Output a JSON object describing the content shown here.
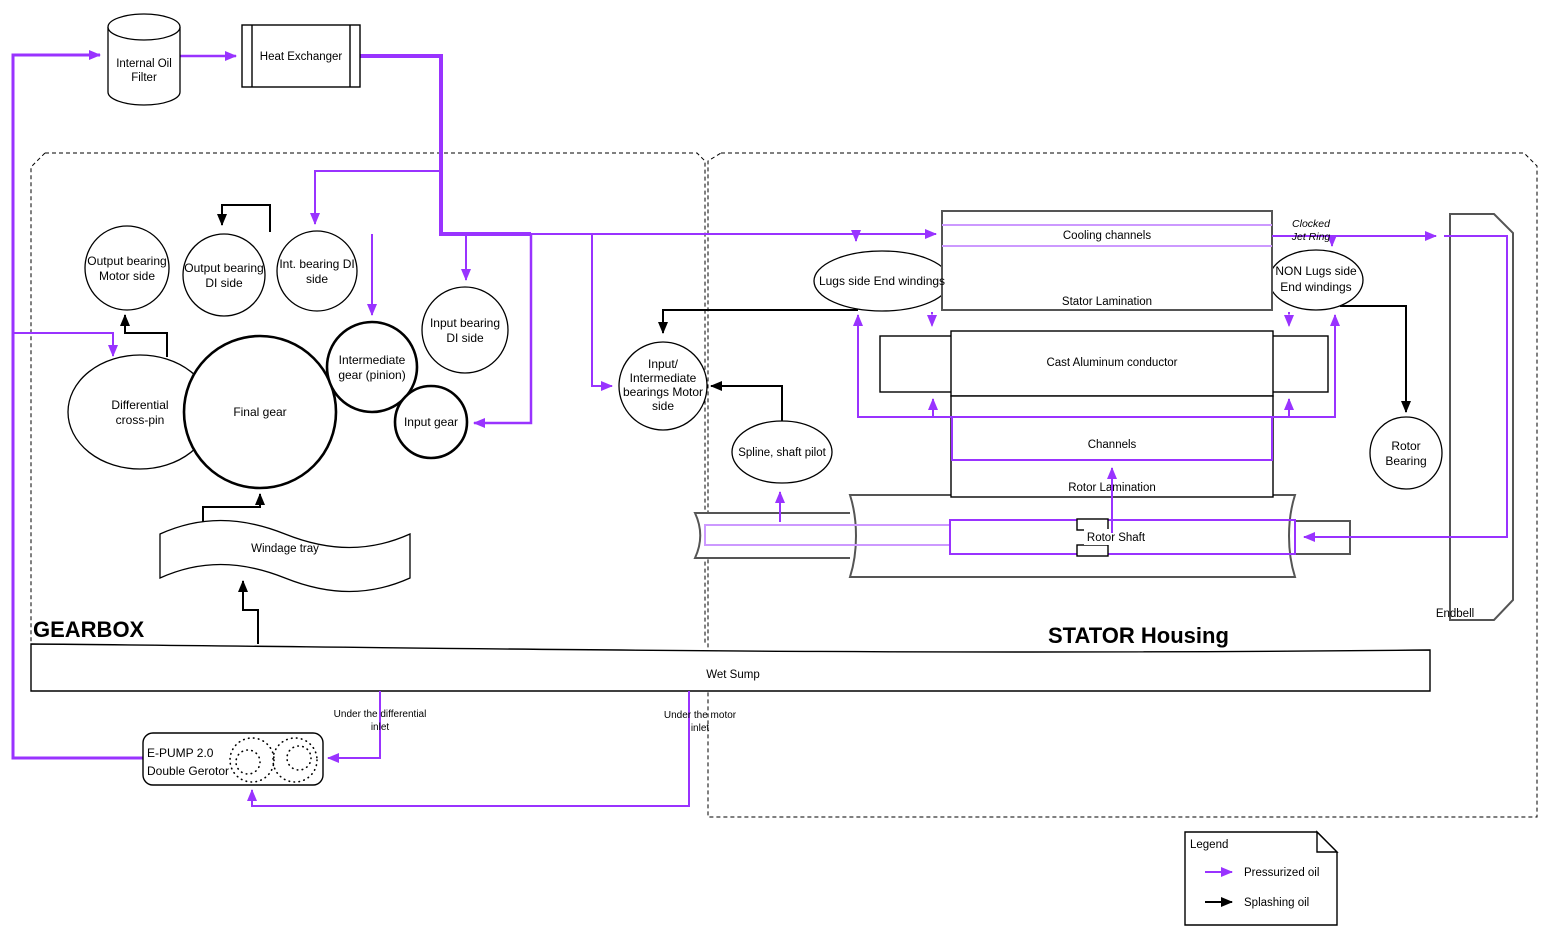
{
  "colors": {
    "pressurized_oil": "#9933FF",
    "splashing_oil": "#000000",
    "cooling_channel_line": "#CC99FF"
  },
  "external": {
    "oil_filter": [
      "Internal Oil",
      "Filter"
    ],
    "heat_exchanger": "Heat Exchanger"
  },
  "gearbox": {
    "title": "GEARBOX",
    "labels": {
      "output_bearing_motor": [
        "Output bearing",
        "Motor side"
      ],
      "output_bearing_di": [
        "Output bearing",
        "DI side"
      ],
      "int_bearing_di": [
        "Int. bearing DI",
        "side"
      ],
      "input_bearing_di": [
        "Input bearing",
        "DI side"
      ],
      "intermediate_gear": [
        "Intermediate",
        "gear (pinion)"
      ],
      "input_gear": "Input gear",
      "final_gear": "Final gear",
      "differential": [
        "Differential",
        "cross-pin"
      ],
      "windage_tray": "Windage tray"
    }
  },
  "motor": {
    "title": "STATOR Housing",
    "labels": {
      "input_intermediate": [
        "Input/",
        "Intermediate",
        "bearings Motor",
        "side"
      ],
      "spline": "Spline, shaft pilot",
      "lugs_end_windings": "Lugs side End windings",
      "non_lugs_end_windings": [
        "NON Lugs side",
        "End windings"
      ],
      "clocked_jet_ring": [
        "Clocked",
        "Jet Ring"
      ],
      "cooling_channels": "Cooling channels",
      "stator_lamination": "Stator Lamination",
      "cast_aluminum": "Cast Aluminum conductor",
      "channels": "Channels",
      "rotor_lamination": "Rotor Lamination",
      "rotor_shaft": "Rotor Shaft",
      "rotor_bearing": [
        "Rotor",
        "Bearing"
      ],
      "endbell": "Endbell"
    }
  },
  "sump": {
    "label": "Wet Sump",
    "under_differential": [
      "Under the differential",
      "inlet"
    ],
    "under_motor": [
      "Under the motor",
      "inlet"
    ]
  },
  "pump": {
    "lines": [
      "E-PUMP 2.0",
      "Double Gerotor"
    ]
  },
  "legend": {
    "title": "Legend",
    "pressurized": "Pressurized oil",
    "splashing": "Splashing oil"
  }
}
